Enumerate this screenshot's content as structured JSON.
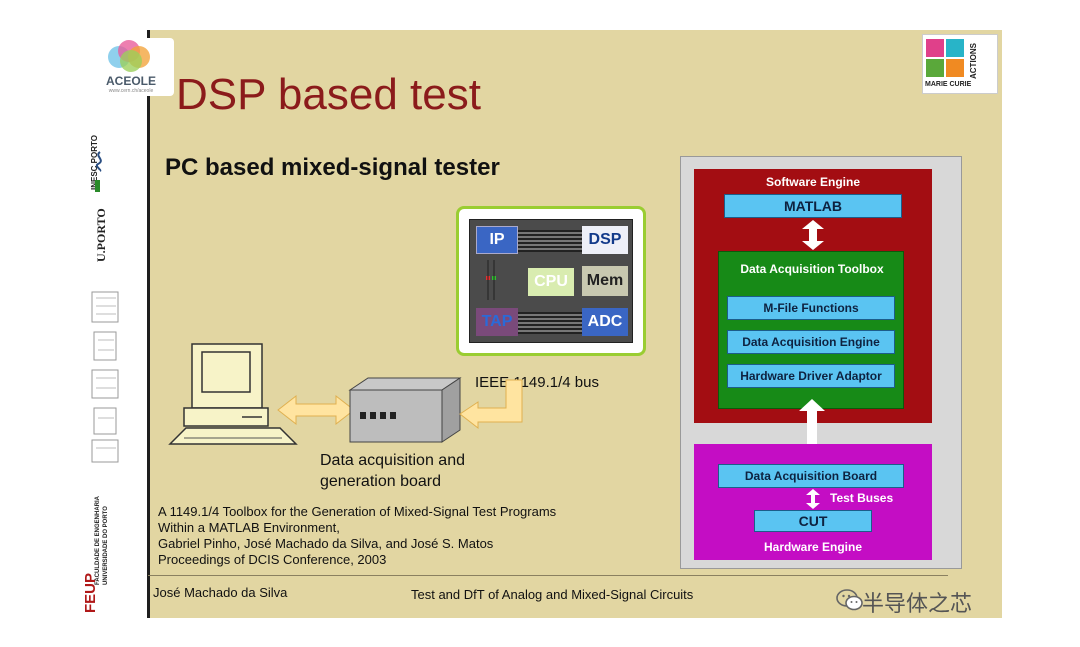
{
  "logos": {
    "aceole": {
      "name": "ACEOLE",
      "url": "www.cern.ch/aceole"
    },
    "inesc": "INESC PORTO",
    "uporto": "U.PORTO",
    "feup": "FEUP",
    "feup_full": "FACULDADE DE ENGENHARIA UNIVERSIDADE DO PORTO",
    "marie_curie": {
      "line1": "MARIE CURIE",
      "line2": "ACTIONS"
    }
  },
  "slide": {
    "title": "DSP based test",
    "subtitle": "PC based mixed-signal tester"
  },
  "chip": {
    "blocks": [
      "IP",
      "DSP",
      "CPU",
      "Mem",
      "TAP",
      "ADC"
    ],
    "bus_label": "IEEE 1149.1/4 bus"
  },
  "daq": {
    "caption_line1": "Data acquisition and",
    "caption_line2": "generation board"
  },
  "architecture": {
    "software_engine": "Software Engine",
    "matlab": "MATLAB",
    "toolbox": "Data Acquisition Toolbox",
    "mfile": "M-File Functions",
    "daq_engine": "Data Acquisition Engine",
    "hw_driver": "Hardware Driver Adaptor",
    "daq_board": "Data Acquisition Board",
    "test_buses": "Test Buses",
    "cut": "CUT",
    "hardware_engine": "Hardware Engine"
  },
  "reference": {
    "lines": [
      "A 1149.1/4 Toolbox for the Generation of Mixed-Signal Test Programs",
      "Within a MATLAB Environment,",
      "Gabriel Pinho, José Machado da Silva, and José S. Matos",
      "Proceedings of DCIS Conference, 2003"
    ]
  },
  "footer": {
    "author": "José Machado da Silva",
    "course": "Test and DfT of Analog and Mixed-Signal Circuits"
  },
  "watermark": "半导体之芯",
  "colors": {
    "background": "#e2d6a2",
    "title": "#8b1b1b",
    "software_engine": "#a30d12",
    "toolbox": "#178a17",
    "hardware_engine": "#c40dc4",
    "box": "#5ac4f2",
    "chip_border": "#9acd32"
  }
}
